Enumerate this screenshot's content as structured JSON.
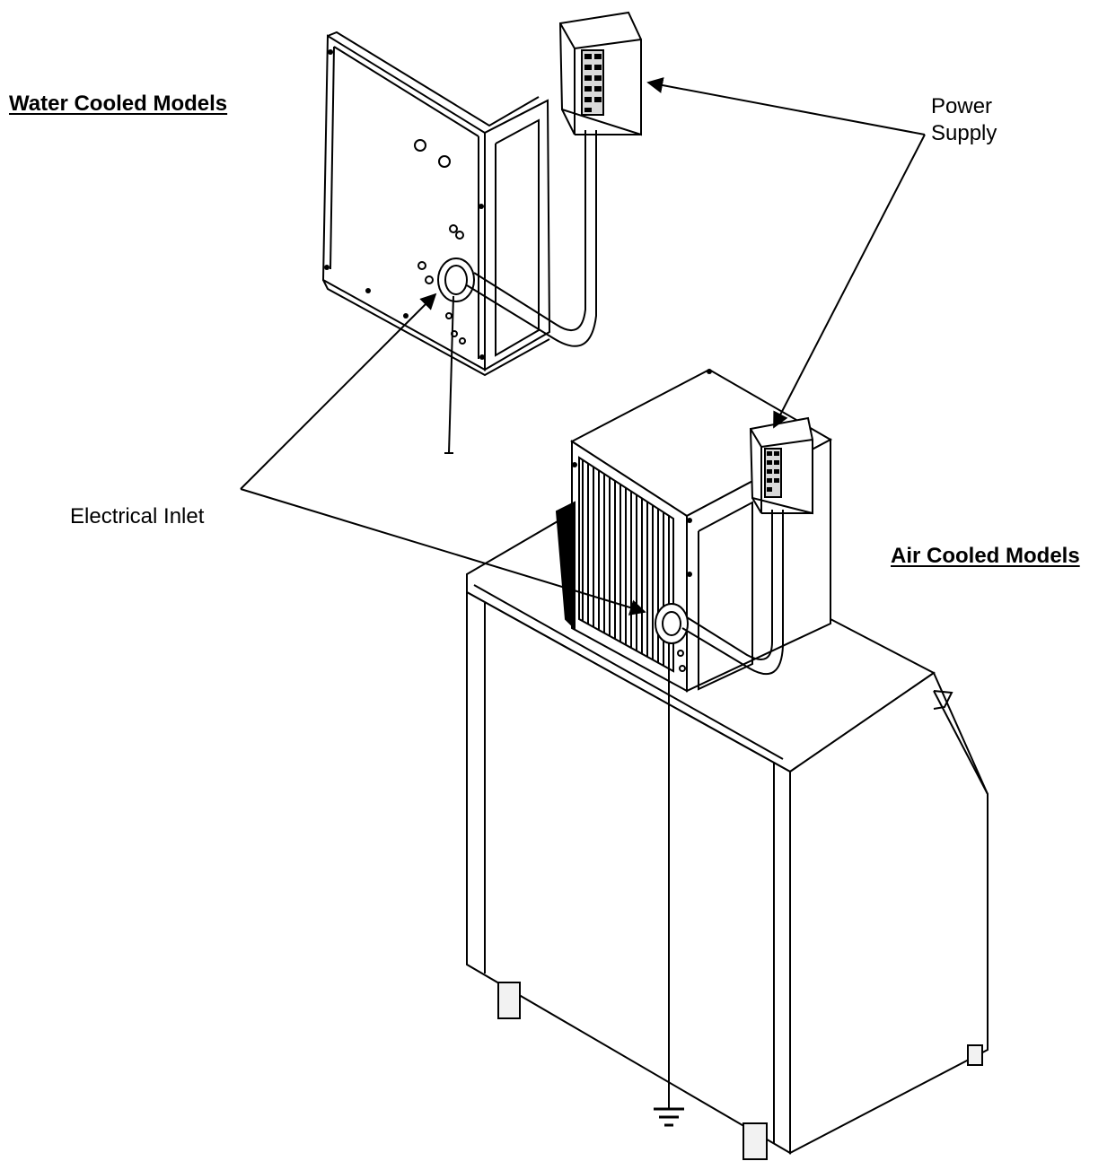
{
  "labels": {
    "water_cooled": "Water Cooled Models",
    "air_cooled": "Air Cooled Models",
    "power_supply_line1": "Power",
    "power_supply_line2": "Supply",
    "electrical_inlet": "Electrical Inlet"
  },
  "colors": {
    "line": "#000000",
    "background": "#ffffff",
    "fill_light": "#f2f2f2",
    "fill_mid": "#d9d9d9"
  },
  "icons": {
    "ground": "ground-symbol-icon",
    "terminal_block": "terminal-block-icon"
  }
}
